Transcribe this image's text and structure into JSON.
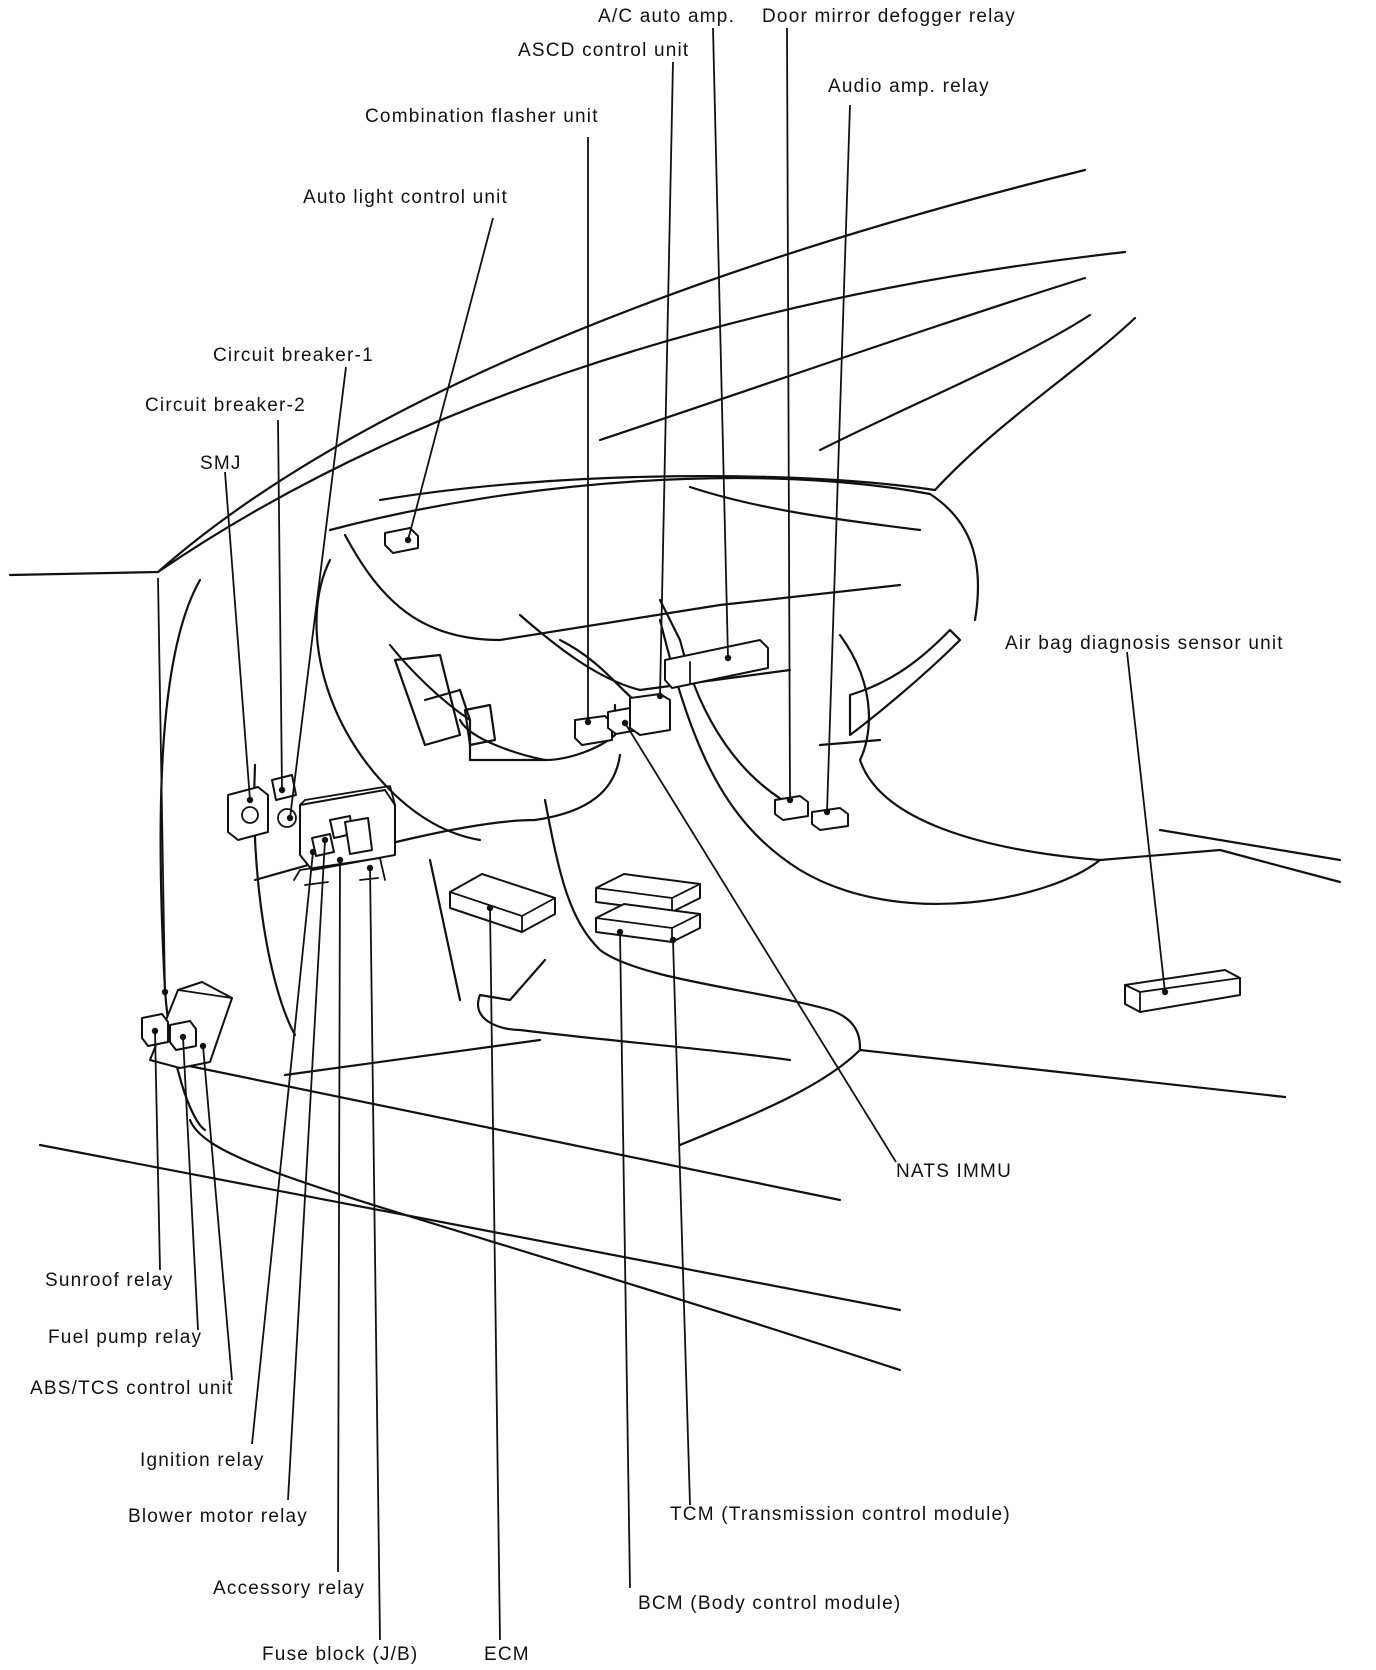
{
  "labels": {
    "ac_auto_amp": "A/C auto amp.",
    "door_mirror_defogger_relay": "Door mirror defogger relay",
    "ascd_control_unit": "ASCD control unit",
    "audio_amp_relay": "Audio amp. relay",
    "combination_flasher_unit": "Combination flasher unit",
    "auto_light_control_unit": "Auto light control unit",
    "circuit_breaker_1": "Circuit breaker-1",
    "circuit_breaker_2": "Circuit breaker-2",
    "smj": "SMJ",
    "air_bag_diagnosis_sensor_unit": "Air bag diagnosis sensor unit",
    "nats_immu": "NATS IMMU",
    "sunroof_relay": "Sunroof relay",
    "fuel_pump_relay": "Fuel pump relay",
    "abs_tcs_control_unit": "ABS/TCS control unit",
    "ignition_relay": "Ignition relay",
    "blower_motor_relay": "Blower motor relay",
    "tcm": "TCM (Transmission control module)",
    "accessory_relay": "Accessory relay",
    "bcm": "BCM (Body control module)",
    "fuse_block": "Fuse block (J/B)",
    "ecm": "ECM"
  },
  "colors": {
    "ink": "#111111",
    "paper": "#ffffff"
  }
}
